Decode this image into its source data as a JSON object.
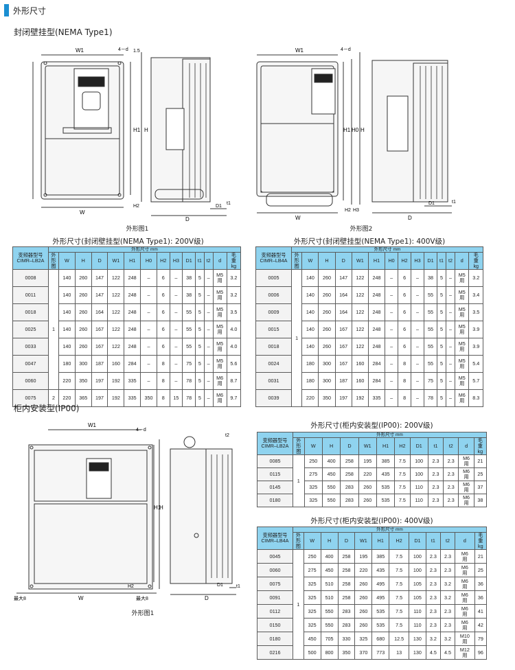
{
  "header": {
    "title": "外形尺寸",
    "subtitle_wall": "封闭壁挂型(NEMA Type1)",
    "subtitle_cabinet": "柜内安装型(IP00)"
  },
  "captions": {
    "fig1": "外形图1",
    "fig2": "外形图2",
    "fig1b": "外形图1"
  },
  "dims": {
    "W1": "W1",
    "W": "W",
    "H1": "H1",
    "H": "H",
    "H2": "H2",
    "H0": "H0",
    "H3": "H3",
    "D": "D",
    "D1": "D1",
    "t1": "t1",
    "t2": "t2",
    "d4": "4－d",
    "v15": "1.5",
    "max8": "最大8"
  },
  "table1": {
    "title": "外形尺寸(封闭壁挂型(NEMA Type1): 200V级)",
    "model_header": "变频器型号\nCIMR–LB2A",
    "group_header": "外形尺寸 mm",
    "cols": [
      "外形图",
      "W",
      "H",
      "D",
      "W1",
      "H1",
      "H0",
      "H2",
      "H3",
      "D1",
      "t1",
      "t2",
      "d",
      "毛重kg"
    ],
    "rows": [
      [
        "0008",
        "1",
        "140",
        "260",
        "147",
        "122",
        "248",
        "–",
        "6",
        "–",
        "38",
        "5",
        "–",
        "M5用",
        "3.2"
      ],
      [
        "0011",
        "",
        "140",
        "260",
        "147",
        "122",
        "248",
        "–",
        "6",
        "–",
        "38",
        "5",
        "–",
        "M5用",
        "3.2"
      ],
      [
        "0018",
        "",
        "140",
        "260",
        "164",
        "122",
        "248",
        "–",
        "6",
        "–",
        "55",
        "5",
        "–",
        "M5用",
        "3.5"
      ],
      [
        "0025",
        "",
        "140",
        "260",
        "167",
        "122",
        "248",
        "–",
        "6",
        "–",
        "55",
        "5",
        "–",
        "M5用",
        "4.0"
      ],
      [
        "0033",
        "",
        "140",
        "260",
        "167",
        "122",
        "248",
        "–",
        "6",
        "–",
        "55",
        "5",
        "–",
        "M5用",
        "4.0"
      ],
      [
        "0047",
        "",
        "180",
        "300",
        "187",
        "160",
        "284",
        "–",
        "8",
        "–",
        "75",
        "5",
        "–",
        "M5用",
        "5.6"
      ],
      [
        "0060",
        "",
        "220",
        "350",
        "197",
        "192",
        "335",
        "–",
        "8",
        "–",
        "78",
        "5",
        "–",
        "M6用",
        "8.7"
      ],
      [
        "0075",
        "2",
        "220",
        "365",
        "197",
        "192",
        "335",
        "350",
        "8",
        "15",
        "78",
        "5",
        "–",
        "M6用",
        "9.7"
      ]
    ]
  },
  "table2": {
    "title": "外形尺寸(封闭壁挂型(NEMA Type1): 400V级)",
    "model_header": "变频器型号\nCIMR–LB4A",
    "group_header": "外形尺寸 mm",
    "cols": [
      "外形图",
      "W",
      "H",
      "D",
      "W1",
      "H1",
      "H0",
      "H2",
      "H3",
      "D1",
      "t1",
      "t2",
      "d",
      "毛重kg"
    ],
    "rows": [
      [
        "0005",
        "1",
        "140",
        "260",
        "147",
        "122",
        "248",
        "–",
        "6",
        "–",
        "38",
        "5",
        "–",
        "M5用",
        "3.2"
      ],
      [
        "0006",
        "",
        "140",
        "260",
        "164",
        "122",
        "248",
        "–",
        "6",
        "–",
        "55",
        "5",
        "–",
        "M5用",
        "3.4"
      ],
      [
        "0009",
        "",
        "140",
        "260",
        "164",
        "122",
        "248",
        "–",
        "6",
        "–",
        "55",
        "5",
        "–",
        "M5用",
        "3.5"
      ],
      [
        "0015",
        "",
        "140",
        "260",
        "167",
        "122",
        "248",
        "–",
        "6",
        "–",
        "55",
        "5",
        "–",
        "M5用",
        "3.9"
      ],
      [
        "0018",
        "",
        "140",
        "260",
        "167",
        "122",
        "248",
        "–",
        "6",
        "–",
        "55",
        "5",
        "–",
        "M5用",
        "3.9"
      ],
      [
        "0024",
        "",
        "180",
        "300",
        "167",
        "160",
        "284",
        "–",
        "8",
        "–",
        "55",
        "5",
        "–",
        "M5用",
        "5.4"
      ],
      [
        "0031",
        "",
        "180",
        "300",
        "187",
        "160",
        "284",
        "–",
        "8",
        "–",
        "75",
        "5",
        "–",
        "M5用",
        "5.7"
      ],
      [
        "0039",
        "",
        "220",
        "350",
        "197",
        "192",
        "335",
        "–",
        "8",
        "–",
        "78",
        "5",
        "–",
        "M6用",
        "8.3"
      ]
    ]
  },
  "table3": {
    "title": "外形尺寸(柜内安装型(IP00): 200V级)",
    "model_header": "变频器型号\nCIMR–LB2A",
    "group_header": "外形尺寸 mm",
    "cols": [
      "外形图",
      "W",
      "H",
      "D",
      "W1",
      "H1",
      "H2",
      "D1",
      "t1",
      "t2",
      "d",
      "毛重kg"
    ],
    "rows": [
      [
        "0085",
        "1",
        "250",
        "400",
        "258",
        "195",
        "385",
        "7.5",
        "100",
        "2.3",
        "2.3",
        "M6用",
        "21"
      ],
      [
        "0115",
        "",
        "275",
        "450",
        "258",
        "220",
        "435",
        "7.5",
        "100",
        "2.3",
        "2.3",
        "M6用",
        "25"
      ],
      [
        "0145",
        "",
        "325",
        "550",
        "283",
        "260",
        "535",
        "7.5",
        "110",
        "2.3",
        "2.3",
        "M6用",
        "37"
      ],
      [
        "0180",
        "",
        "325",
        "550",
        "283",
        "260",
        "535",
        "7.5",
        "110",
        "2.3",
        "2.3",
        "M6用",
        "38"
      ]
    ]
  },
  "table4": {
    "title": "外形尺寸(柜内安装型(IP00): 400V级)",
    "model_header": "变频器型号\nCIMR–LB4A",
    "group_header": "外形尺寸 mm",
    "cols": [
      "外形图",
      "W",
      "H",
      "D",
      "W1",
      "H1",
      "H2",
      "D1",
      "t1",
      "t2",
      "d",
      "毛重kg"
    ],
    "rows": [
      [
        "0045",
        "1",
        "250",
        "400",
        "258",
        "195",
        "385",
        "7.5",
        "100",
        "2.3",
        "2.3",
        "M6用",
        "21"
      ],
      [
        "0060",
        "",
        "275",
        "450",
        "258",
        "220",
        "435",
        "7.5",
        "100",
        "2.3",
        "2.3",
        "M6用",
        "25"
      ],
      [
        "0075",
        "",
        "325",
        "510",
        "258",
        "260",
        "495",
        "7.5",
        "105",
        "2.3",
        "3.2",
        "M6用",
        "36"
      ],
      [
        "0091",
        "",
        "325",
        "510",
        "258",
        "260",
        "495",
        "7.5",
        "105",
        "2.3",
        "3.2",
        "M6用",
        "36"
      ],
      [
        "0112",
        "",
        "325",
        "550",
        "283",
        "260",
        "535",
        "7.5",
        "110",
        "2.3",
        "2.3",
        "M6用",
        "41"
      ],
      [
        "0150",
        "",
        "325",
        "550",
        "283",
        "260",
        "535",
        "7.5",
        "110",
        "2.3",
        "2.3",
        "M6用",
        "42"
      ],
      [
        "0180",
        "",
        "450",
        "705",
        "330",
        "325",
        "680",
        "12.5",
        "130",
        "3.2",
        "3.2",
        "M10用",
        "79"
      ],
      [
        "0216",
        "",
        "500",
        "800",
        "350",
        "370",
        "773",
        "13",
        "130",
        "4.5",
        "4.5",
        "M12用",
        "96"
      ]
    ]
  }
}
